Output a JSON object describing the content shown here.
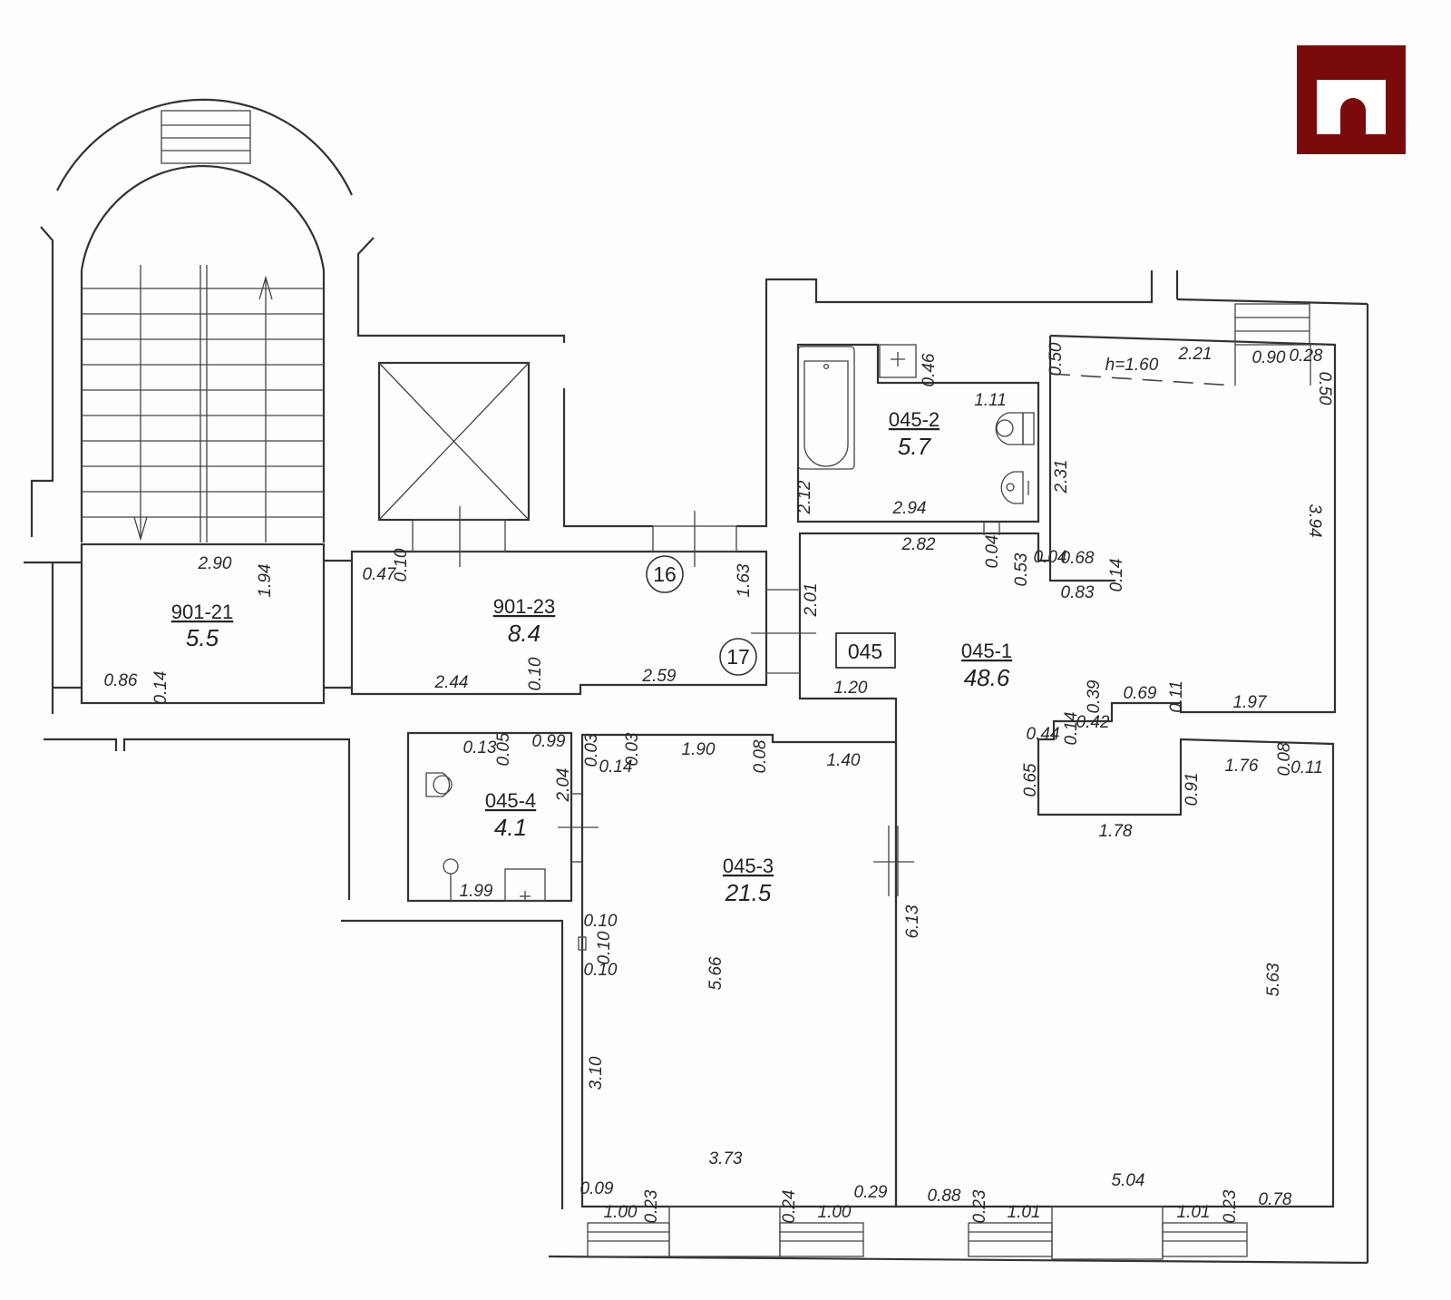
{
  "brand": {
    "color": "#7a0b0b",
    "icon": "arch-logo-icon"
  },
  "rooms": [
    {
      "id": "901-21",
      "area": "5.5"
    },
    {
      "id": "901-23",
      "area": "8.4"
    },
    {
      "id": "045-2",
      "area": "5.7"
    },
    {
      "id": "045-1",
      "area": "48.6"
    },
    {
      "id": "045-4",
      "area": "4.1"
    },
    {
      "id": "045-3",
      "area": "21.5"
    }
  ],
  "unit_label": "045",
  "markers": [
    "16",
    "17"
  ],
  "height_note": "h=1.60",
  "dimensions": [
    "2.90",
    "1.94",
    "0.86",
    "0.14",
    "0.47",
    "0.10",
    "2.44",
    "0.10",
    "2.59",
    "1.63",
    "2.01",
    "1.20",
    "0.46",
    "1.11",
    "2.12",
    "2.94",
    "2.82",
    "0.04",
    "0.04",
    "0.53",
    "0.68",
    "0.83",
    "0.14",
    "0.50",
    "2.21",
    "0.90",
    "0.28",
    "0.50",
    "2.31",
    "3.94",
    "0.39",
    "0.69",
    "0.11",
    "1.97",
    "0.44",
    "0.14",
    "0.42",
    "0.65",
    "1.78",
    "0.91",
    "1.76",
    "0.08",
    "0.11",
    "0.13",
    "0.05",
    "0.99",
    "2.04",
    "1.99",
    "0.03",
    "0.14",
    "0.03",
    "1.90",
    "0.08",
    "1.40",
    "6.13",
    "0.10",
    "0.10",
    "0.10",
    "5.66",
    "3.10",
    "3.73",
    "5.63",
    "0.09",
    "1.00",
    "0.23",
    "0.24",
    "1.00",
    "0.29",
    "0.88",
    "0.23",
    "1.01",
    "5.04",
    "1.01",
    "0.23",
    "0.78"
  ]
}
